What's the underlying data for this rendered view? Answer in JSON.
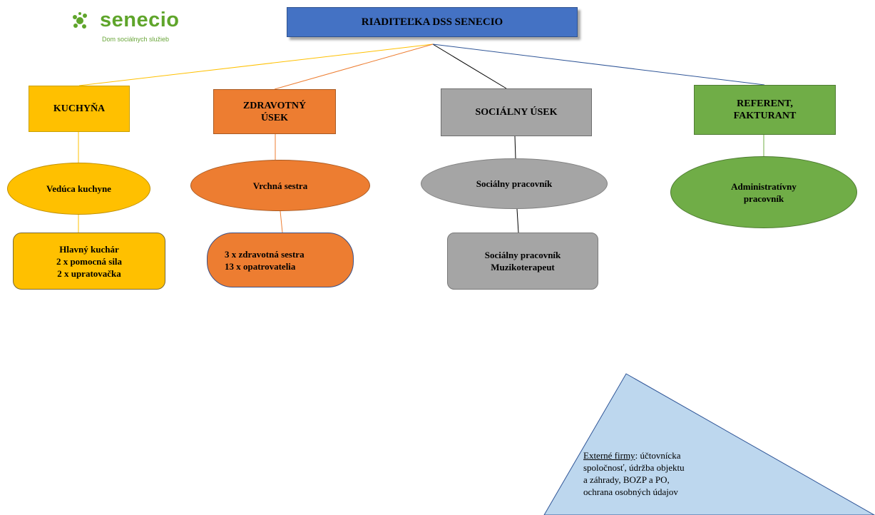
{
  "logo": {
    "name": "senecio",
    "tagline": "Dom sociálnych služieb"
  },
  "title": "RIADITEĽKA DSS SENECIO",
  "departments": {
    "kuchyna": {
      "header": "KUCHYŇA",
      "lead": "Vedúca kuchyne",
      "staff": [
        "Hlavný kuchár",
        "2 x pomocná sila",
        "2 x upratovačka"
      ]
    },
    "zdravotny": {
      "header_line1": "ZDRAVOTNÝ",
      "header_line2": "ÚSEK",
      "lead": "Vrchná sestra",
      "staff": [
        "3 x zdravotná sestra",
        "13 x opatrovatelia"
      ]
    },
    "socialny": {
      "header": "SOCIÁLNY ÚSEK",
      "lead": "Sociálny pracovník",
      "staff": [
        "Sociálny pracovník",
        "Muzikoterapeut"
      ]
    },
    "referent": {
      "header_line1": "REFERENT,",
      "header_line2": "FAKTURANT",
      "lead_line1": "Administratívny",
      "lead_line2": "pracovník"
    }
  },
  "external": {
    "label": "Externé firmy",
    "text_lines": [
      "účtovnícka",
      "spoločnosť, údržba objektu",
      "a záhrady, BOZP a PO,",
      "ochrana osobných údajov"
    ]
  },
  "colors": {
    "title": "#4472c4",
    "kuchyna": "#ffc000",
    "zdravotny": "#ed7d31",
    "socialny": "#a5a5a5",
    "referent": "#70ad47",
    "external": "#bdd7ee"
  }
}
